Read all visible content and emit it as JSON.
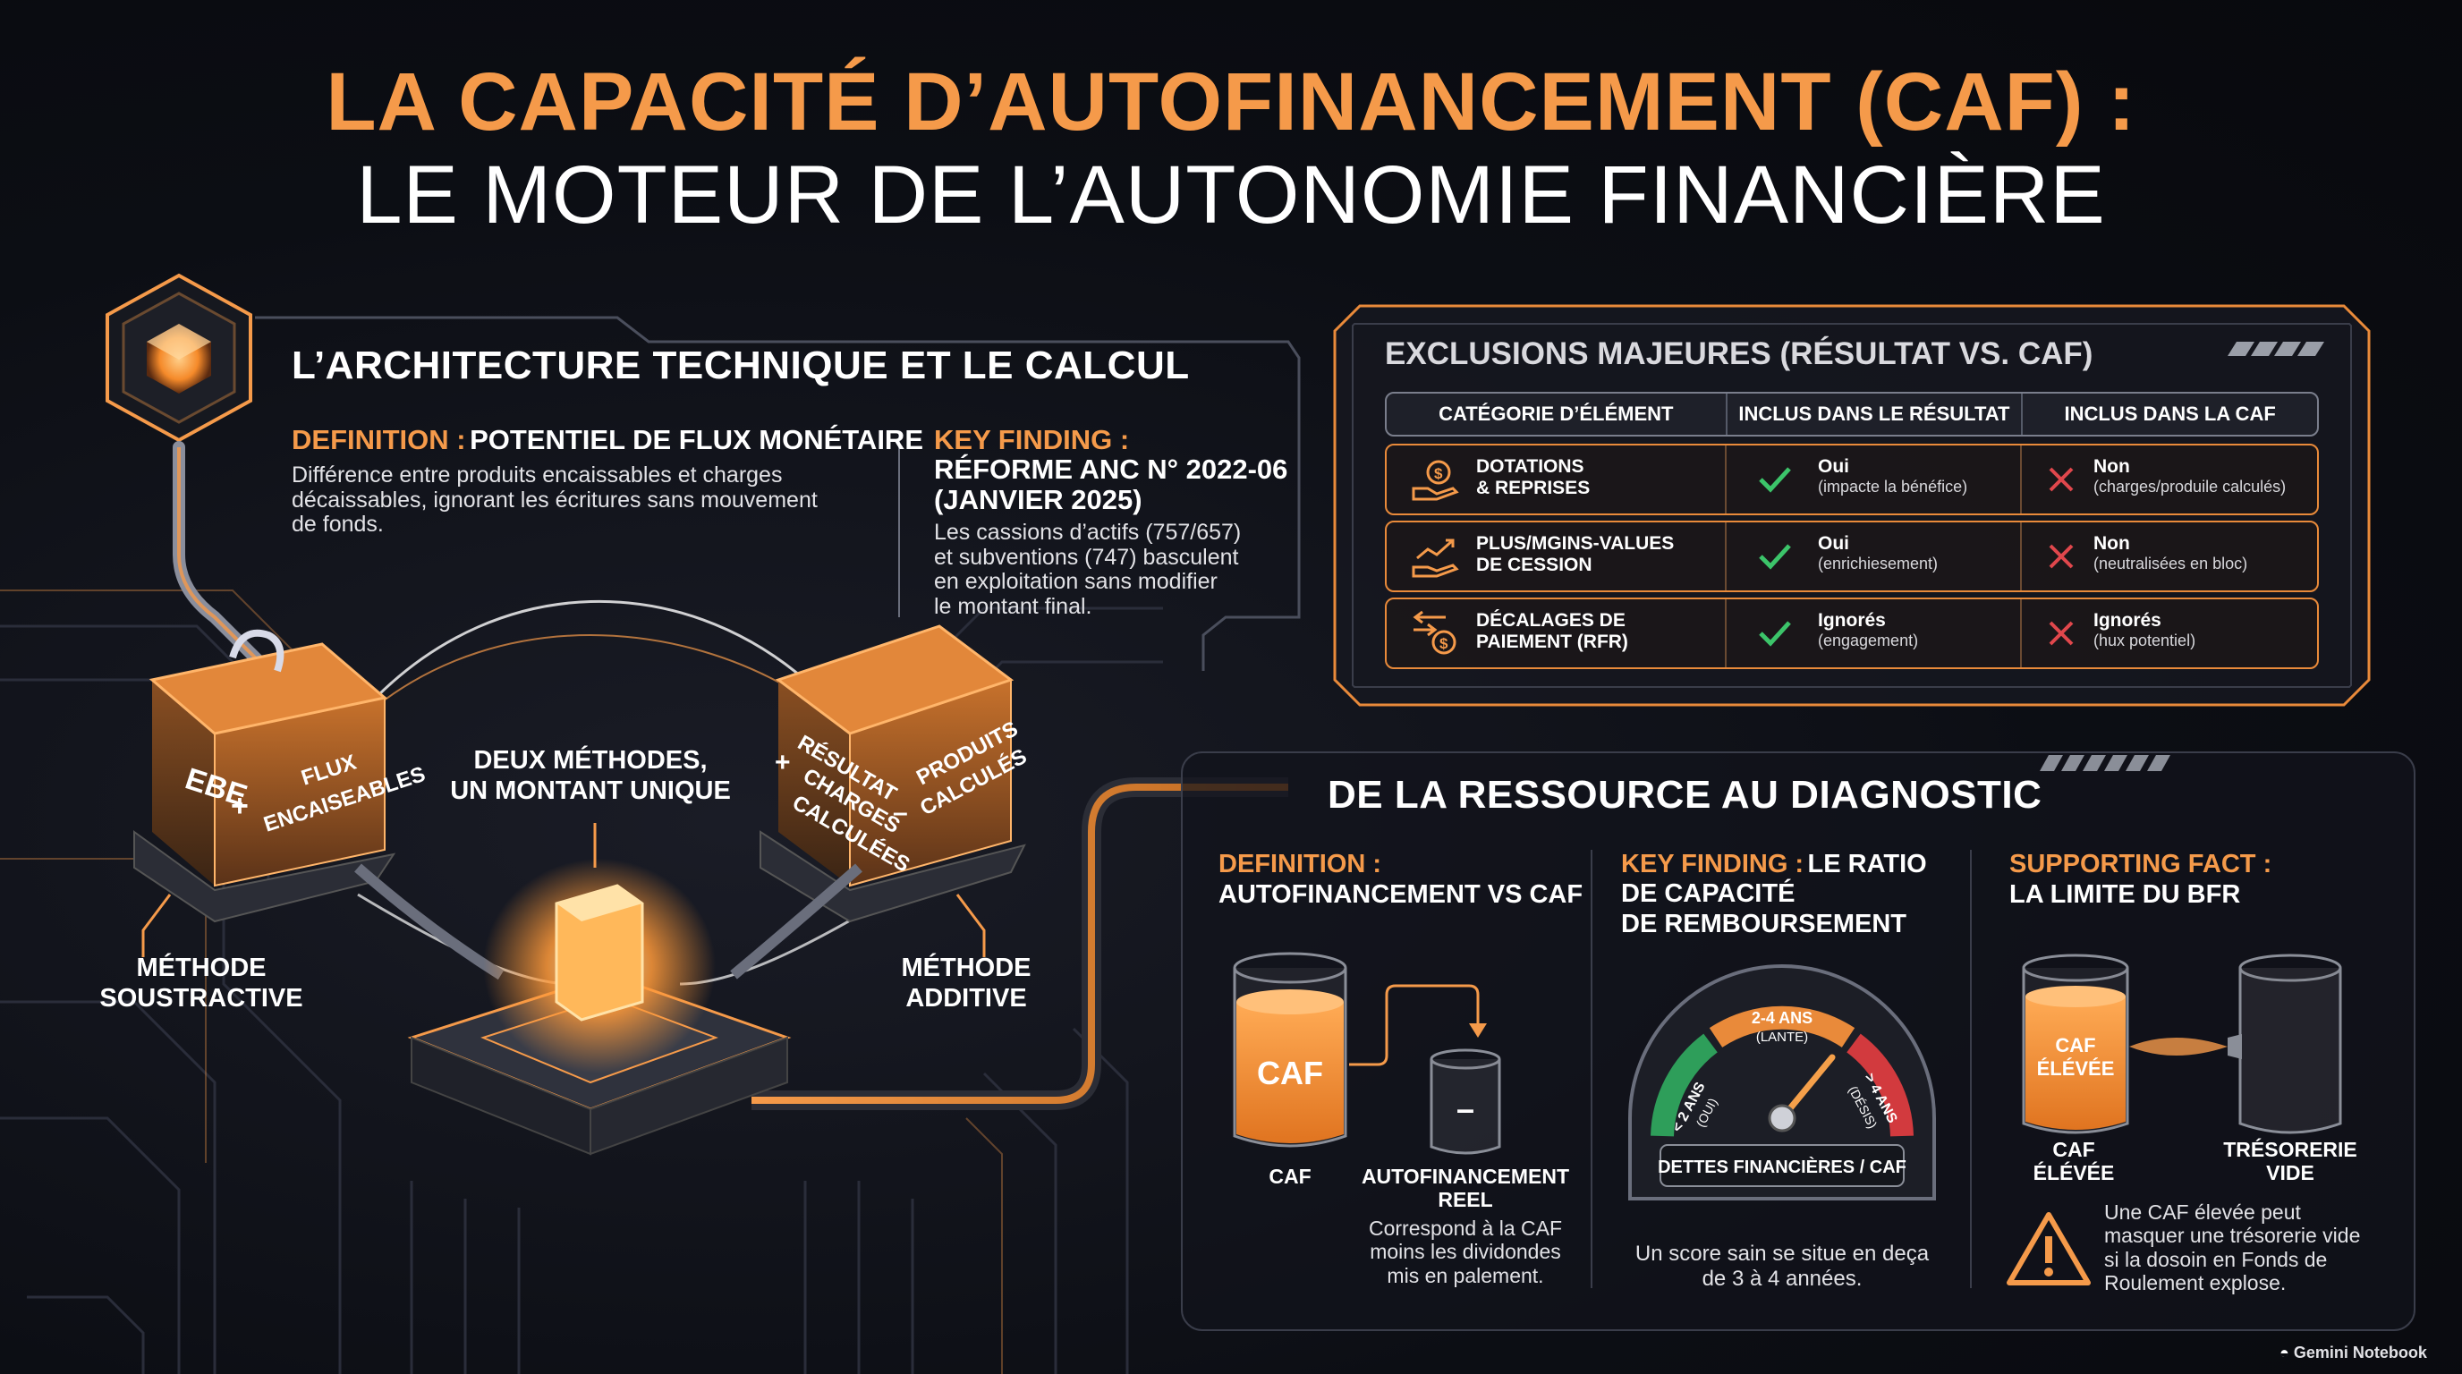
{
  "title": {
    "line1": "LA CAPACITÉ D’AUTOFINANCEMENT (CAF) :",
    "line2": "LE MOTEUR DE L’AUTONOMIE FINANCIÈRE"
  },
  "architecture": {
    "heading": "L’ARCHITECTURE TECHNIQUE ET LE CALCUL",
    "definition_label": "DEFINITION :",
    "definition_title": "POTENTIEL DE FLUX MONÉTAIRE",
    "definition_text": [
      "Différence entre produits encaissables et charges",
      "décaissables, ignorant les écritures sans mouvement",
      "de fonds."
    ],
    "key_label": "KEY FINDING :",
    "key_title": [
      "RÉFORME ANC N° 2022-06",
      "(JANVIER 2025)"
    ],
    "key_text": [
      "Les cassions d’actifs (757/657)",
      "et subventions (747) basculent",
      "en exploitation sans modifier",
      "le montant final."
    ]
  },
  "diagram": {
    "center_label": [
      "DEUX MÉTHODES,",
      "UN MONTANT UNIQUE"
    ],
    "left_cube": {
      "a": "EBE",
      "op": "+",
      "b1": "FLUX",
      "b2": "ENCAISEABLES"
    },
    "right_cube": {
      "a1": "RÉSULTAT",
      "op1": "+",
      "a2": "CHARGES",
      "a3": "CALCULÉES",
      "op2": "–",
      "b1": "PRODUITS",
      "b2": "CALCULÉS"
    },
    "left_method": [
      "MÉTHODE",
      "SOUSTRACTIVE"
    ],
    "right_method": [
      "MÉTHODE",
      "ADDITIVE"
    ]
  },
  "exclusions": {
    "heading": "EXCLUSIONS MAJEURES (RÉSULTAT VS. CAF)",
    "columns": [
      "CATÉGORIE D’ÉLÉMENT",
      "INCLUS DANS LE RÉSULTAT",
      "INCLUS DANS LA CAF"
    ],
    "rows": [
      {
        "icon": "coin-hand-icon",
        "category": [
          "DOTATIONS",
          "& REPRISES"
        ],
        "result": "Oui",
        "result_note": "(impacte la bénéfice)",
        "caf": "Non",
        "caf_note": "(charges/produile calculés)"
      },
      {
        "icon": "trend-hand-icon",
        "category": [
          "PLUS/MGINS-VALUES",
          "DE CESSION"
        ],
        "result": "Oui",
        "result_note": "(enrichiesement)",
        "caf": "Non",
        "caf_note": "(neutralisées en bloc)"
      },
      {
        "icon": "arrows-coin-icon",
        "category": [
          "DÉCALAGES DE",
          "PAIEMENT (RFR)"
        ],
        "result": "Ignorés",
        "result_note": "(engagement)",
        "caf": "Ignorés",
        "caf_note": "(hux potentiel)"
      }
    ]
  },
  "diagnostic": {
    "heading": "DE LA RESSOURCE AU DIAGNOSTIC",
    "col1": {
      "label": "DEFINITION :",
      "title": "AUTOFINANCEMENT VS CAF",
      "big_glass": "CAF",
      "small_glass": "–",
      "cap1": "CAF",
      "cap2": [
        "AUTOFINANCEMENT",
        "REEL"
      ],
      "text": [
        "Correspond à la CAF",
        "moins les dividondes",
        "mis en palement."
      ]
    },
    "col2": {
      "label": "KEY FINDING :",
      "title": [
        "LE RATIO",
        "DE CAPACITÉ",
        "DE REMBOURSEMENT"
      ],
      "gauge_left": [
        "< 2 ANS",
        "(OUI)"
      ],
      "gauge_mid": [
        "2-4 ANS",
        "(LANTE)"
      ],
      "gauge_right": [
        "> 4 ANS",
        "(DÉSIS)"
      ],
      "gauge_caption": "DETTES FINANCIÈRES / CAF",
      "text": [
        "Un score sain se situe en deça",
        "de 3 à 4 années."
      ]
    },
    "col3": {
      "label": "SUPPORTING FACT :",
      "title": "LA LIMITE DU BFR",
      "glass_label": [
        "CAF",
        "ÉLÉVÉE"
      ],
      "cap1": [
        "CAF",
        "ÉLÉVÉE"
      ],
      "cap2": [
        "TRÉSORERIE",
        "VIDE"
      ],
      "text": [
        "Une CAF élevée peut",
        "masquer une trésorerie vide",
        "si la dosoin en Fonds de",
        "Roulement explose."
      ]
    }
  },
  "brand": "Gemini Notebook",
  "colors": {
    "accent": "#f59a4a",
    "green": "#3cc46a",
    "red": "#e0474c",
    "panel_border": "#3a3d4a"
  }
}
